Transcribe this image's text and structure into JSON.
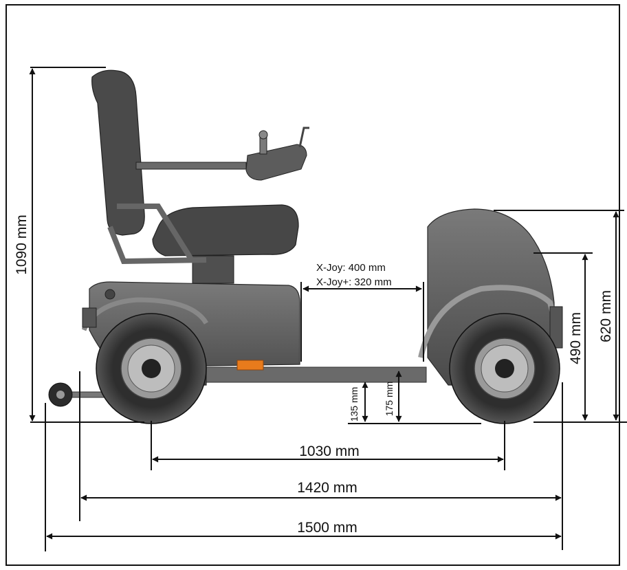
{
  "dimensions": {
    "overall_height": "1090 mm",
    "joy_clearance": "X-Joy: 400 mm",
    "joy_plus_clearance": "X-Joy+: 320 mm",
    "ground_clearance_low": "135 mm",
    "ground_clearance_high": "175 mm",
    "front_height_mid": "490 mm",
    "front_height_top": "620 mm",
    "wheelbase": "1030 mm",
    "length_without_antitip": "1420 mm",
    "overall_length": "1500 mm"
  },
  "colors": {
    "line": "#111111",
    "body": "#5e5e5e",
    "body_dark": "#3f3f3f",
    "tyre": "#333333",
    "rim": "#9a9a9a",
    "reflector": "#e87b1c"
  }
}
